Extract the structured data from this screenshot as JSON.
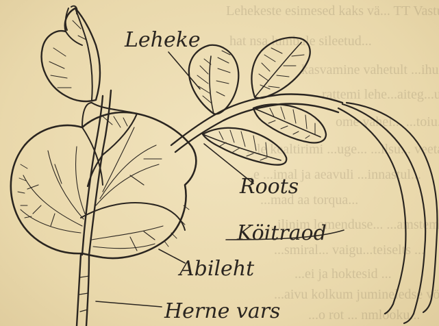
{
  "labels": {
    "leaflet": "Leheke",
    "tendril_stalk": "Roots",
    "tendrils": "Köitraod",
    "stipule": "Abileht",
    "pea_stem": "Herne vars"
  },
  "bleed_through_text": [
    "Lehekeste esimesed kaks vä... TT Vastu lit...",
    "hat nsa lumbale sileetud...",
    "kasvamine vahetult ...ihu... pöörlemi...",
    "rattemi lehe...aiteg...ujumees...lipsus ... Kili...",
    "ome vahel... ...toiu... Tortkiseselt...",
    "...le kealtirimi ...uge... ...ilsu... veeta...",
    "...e ...imal ja aeavuli ...innastul...",
    "...mad aa torqua...",
    "...ilinim lomenduse... ...amsteml...",
    "...smiral... vaigu...teiselts ...",
    "...ei ja hoktesid ...",
    "...aivu kolkum jumineledse vöön...e poi...",
    "...o rot ... nmlooku..."
  ],
  "colors": {
    "paper": "#ecdcb2",
    "ink": "#2a2520"
  }
}
